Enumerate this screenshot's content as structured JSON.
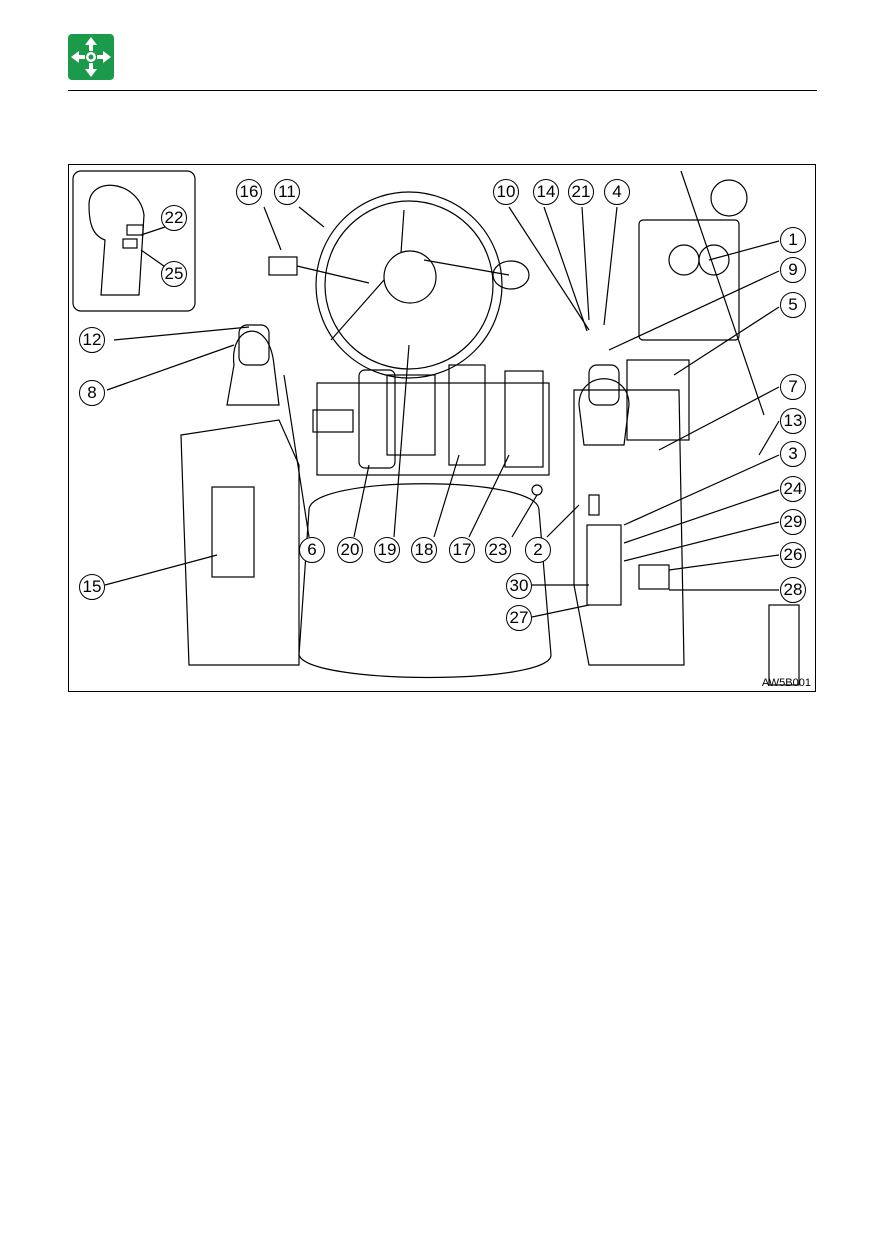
{
  "header": {
    "icon": "controls-directions-icon",
    "icon_color": "#1a9a4a"
  },
  "figure": {
    "code": "AW5B001",
    "callouts": [
      "1",
      "2",
      "3",
      "4",
      "5",
      "6",
      "7",
      "8",
      "9",
      "10",
      "11",
      "12",
      "13",
      "14",
      "15",
      "16",
      "17",
      "18",
      "19",
      "20",
      "21",
      "22",
      "23",
      "24",
      "25",
      "26",
      "27",
      "28",
      "29",
      "30"
    ]
  }
}
